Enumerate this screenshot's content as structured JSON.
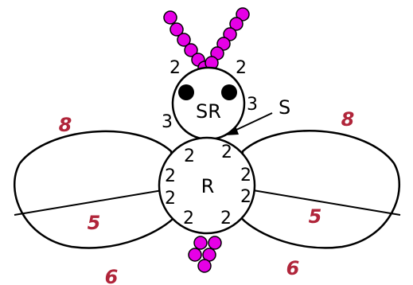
{
  "colors": {
    "bead": "#e600e6",
    "eye": "#000000",
    "outline": "#000000",
    "wing_number": "#b0253a"
  },
  "labels": {
    "head": "SR",
    "body": "R",
    "pointer": "S"
  },
  "head_numbers": [
    "2",
    "2",
    "3",
    "3"
  ],
  "body_numbers": [
    "2",
    "2",
    "2",
    "2",
    "2",
    "2",
    "2",
    "2"
  ],
  "wing_numbers": {
    "left_top": "8",
    "left_middle": "5",
    "left_bottom": "6",
    "right_top": "8",
    "right_middle": "5",
    "right_bottom": "6"
  }
}
